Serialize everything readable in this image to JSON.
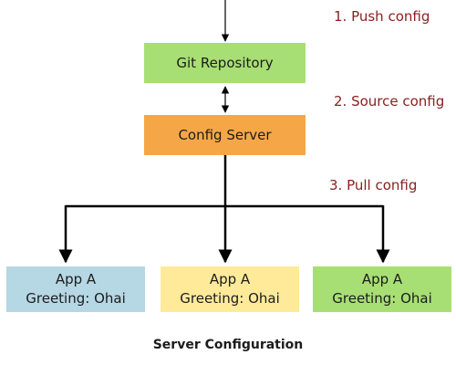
{
  "steps": [
    {
      "label": "1. Push config"
    },
    {
      "label": "2. Source config"
    },
    {
      "label": "3. Pull config"
    }
  ],
  "nodes": {
    "git_repository": {
      "label": "Git Repository",
      "color": "#a7df74"
    },
    "config_server": {
      "label": "Config Server",
      "color": "#f5a748"
    },
    "apps": [
      {
        "name": "App A",
        "greeting": "Greeting: Ohai",
        "color": "#b6d7e4"
      },
      {
        "name": "App A",
        "greeting": "Greeting: Ohai",
        "color": "#ffea9a"
      },
      {
        "name": "App A",
        "greeting": "Greeting: Ohai",
        "color": "#a7df74"
      }
    ]
  },
  "caption": "Server Configuration",
  "colors": {
    "step_label": "#8b2020",
    "connector": "#000000"
  }
}
